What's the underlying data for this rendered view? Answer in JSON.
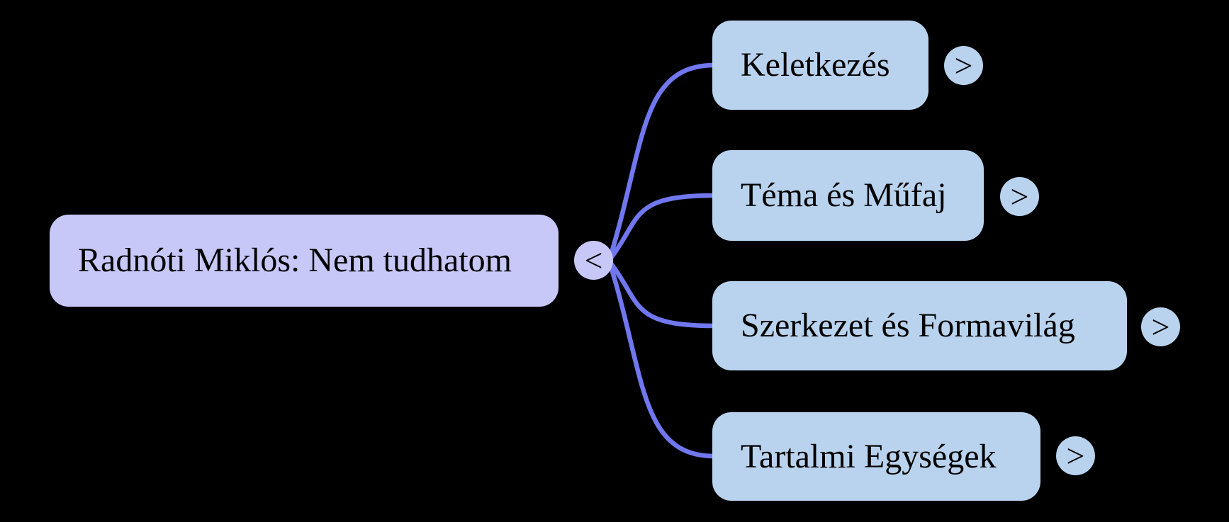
{
  "app": {
    "type": "mindmap-diagram",
    "background_color": "#000000"
  },
  "colors": {
    "root_fill": "#c7c8f8",
    "child_fill": "#b9d3ee",
    "edge": "#7177ee",
    "text": "#000000"
  },
  "mindmap": {
    "root": {
      "label": "Radnóti Miklós: Nem tudhatom",
      "collapse_glyph": "<"
    },
    "children": [
      {
        "label": "Keletkezés",
        "expand_glyph": ">"
      },
      {
        "label": "Téma és Műfaj",
        "expand_glyph": ">"
      },
      {
        "label": "Szerkezet és Formavilág",
        "expand_glyph": ">"
      },
      {
        "label": "Tartalmi Egységek",
        "expand_glyph": ">"
      }
    ]
  }
}
